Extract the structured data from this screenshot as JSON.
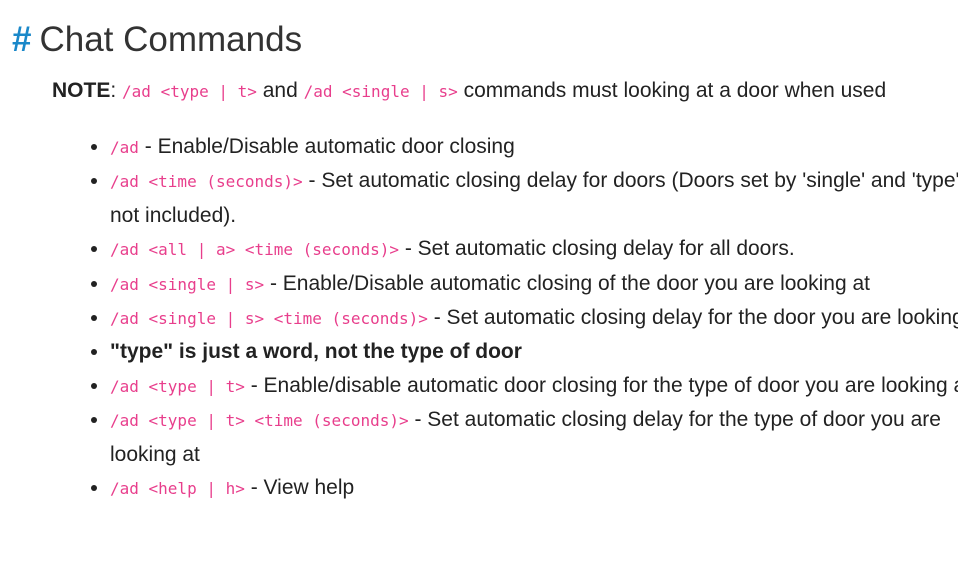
{
  "heading": {
    "hash": "#",
    "title": "Chat Commands"
  },
  "note": {
    "label": "NOTE",
    "colon": ":",
    "cmd1": "/ad <type | t>",
    "and": "and",
    "cmd2": "/ad <single | s>",
    "text": "commands must looking at a door when used"
  },
  "commands": [
    {
      "cmd": "/ad",
      "desc": "- Enable/Disable automatic door closing"
    },
    {
      "cmd": "/ad <time (seconds)>",
      "desc": "- Set automatic closing delay for doors (Doors set by 'single' and 'type' are not included)."
    },
    {
      "cmd": "/ad <all | a> <time (seconds)>",
      "desc": "- Set automatic closing delay for all doors."
    },
    {
      "cmd": "/ad <single | s>",
      "desc": "- Enable/Disable automatic closing of the door you are looking at"
    },
    {
      "cmd": "/ad <single | s> <time (seconds)>",
      "desc": "- Set automatic closing delay for the door you are looking at"
    },
    {
      "bold_text": "\"type\" is just a word, not the type of door"
    },
    {
      "cmd": "/ad <type | t>",
      "desc": "- Enable/disable automatic door closing for the type of door you are looking at"
    },
    {
      "cmd": "/ad <type | t> <time (seconds)>",
      "desc": "- Set automatic closing delay for the type of door you are looking at"
    },
    {
      "cmd": "/ad <help | h>",
      "desc": "- View help"
    }
  ]
}
